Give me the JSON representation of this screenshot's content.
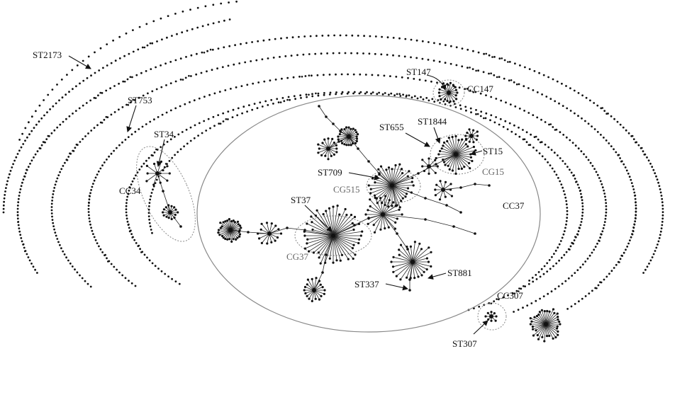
{
  "colors": {
    "background": "#ffffff",
    "node": "#111111",
    "edge": "#222222",
    "ellipse_outline": "#888888",
    "dotted_outline": "#888888",
    "group_label": "#666666"
  },
  "labels": {
    "st2173": "ST2173",
    "st753": "ST753",
    "st34": "ST34",
    "cc34": "CC34",
    "st147": "ST147",
    "cc147": "CC147",
    "st655": "ST655",
    "st1844": "ST1844",
    "st15": "ST15",
    "cg15": "CG15",
    "st709": "ST709",
    "cg515": "CG515",
    "cc37": "CC37",
    "st37": "ST37",
    "cg37": "CG37",
    "st881": "ST881",
    "st337": "ST337",
    "cc307": "CC307",
    "st307": "ST307"
  }
}
